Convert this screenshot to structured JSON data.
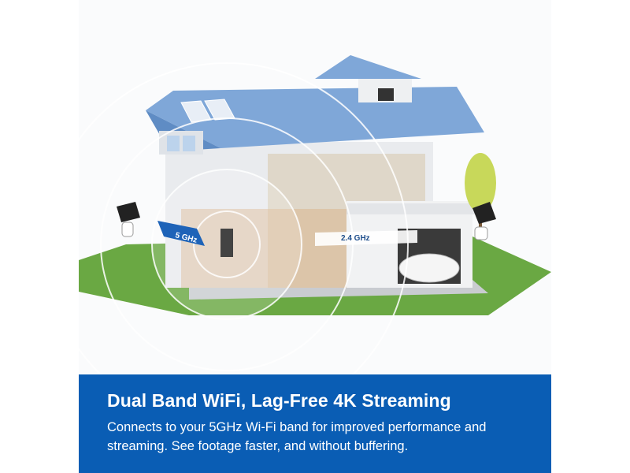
{
  "illustration": {
    "band_5ghz_label": "5 GHz",
    "band_24ghz_label": "2.4 GHz",
    "colors": {
      "roof": "#7fa7d8",
      "grass": "#6aa843",
      "wall": "#eceef0",
      "band_5ghz": "#1e63b8",
      "panel": "#0a5db4"
    }
  },
  "panel": {
    "headline": "Dual Band WiFi, Lag-Free 4K Streaming",
    "body": "Connects to your 5GHz Wi-Fi band for improved performance and streaming. See footage faster, and without buffering."
  }
}
